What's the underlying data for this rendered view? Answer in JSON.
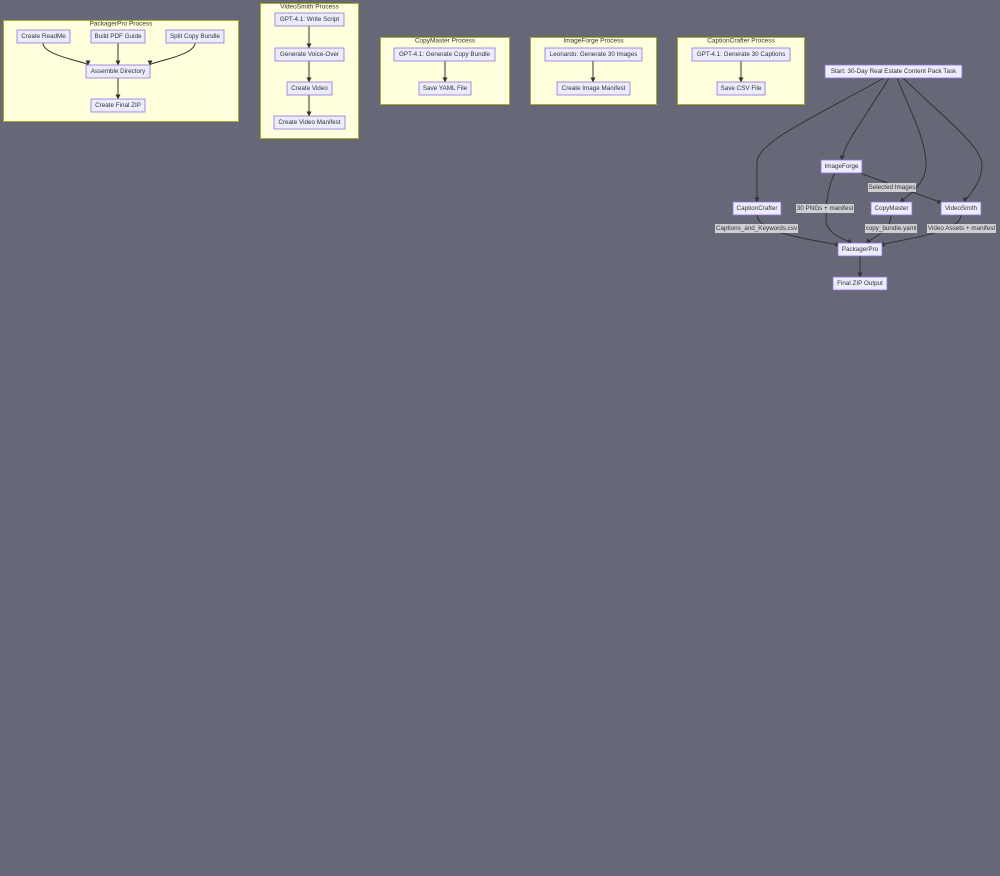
{
  "clusters": {
    "packager": {
      "title": "PackagerPro Process"
    },
    "videosmith": {
      "title": "VideoSmith Process"
    },
    "copymaster": {
      "title": "CopyMaster Process"
    },
    "imageforge": {
      "title": "ImageForge Process"
    },
    "captioncrafter": {
      "title": "CaptionCrafter Process"
    }
  },
  "nodes": {
    "create_readme": "Create ReadMe",
    "build_pdf": "Build PDF Guide",
    "split_copy": "Split Copy Bundle",
    "assemble_dir": "Assemble Directory",
    "create_zip": "Create Final ZIP",
    "write_script": "GPT-4.1: Write Script",
    "voice_over": "Generate Voice-Over",
    "create_video": "Create Video",
    "video_manifest": "Create Video Manifest",
    "gen_copy": "GPT-4.1: Generate Copy Bundle",
    "save_yaml": "Save YAML File",
    "gen_images": "Leonardo: Generate 30 Images",
    "image_manifest": "Create Image Manifest",
    "gen_captions": "GPT-4.1: Generate 30 Captions",
    "save_csv": "Save CSV File",
    "start": "Start: 30-Day Real Estate Content Pack Task",
    "imageforge": "ImageForge",
    "captioncrafter": "CaptionCrafter",
    "copymaster": "CopyMaster",
    "videosmith": "VideoSmith",
    "packagerpro": "PackagerPro",
    "final_zip": "Final ZIP Output"
  },
  "edge_labels": {
    "selected_images": "Selected Images",
    "pngs_manifest": "30 PNGs + manifest",
    "captions_csv": "Captions_and_Keywords.csv",
    "copy_yaml": "copy_bundle.yaml",
    "video_assets": "Video Assets + manifest"
  }
}
